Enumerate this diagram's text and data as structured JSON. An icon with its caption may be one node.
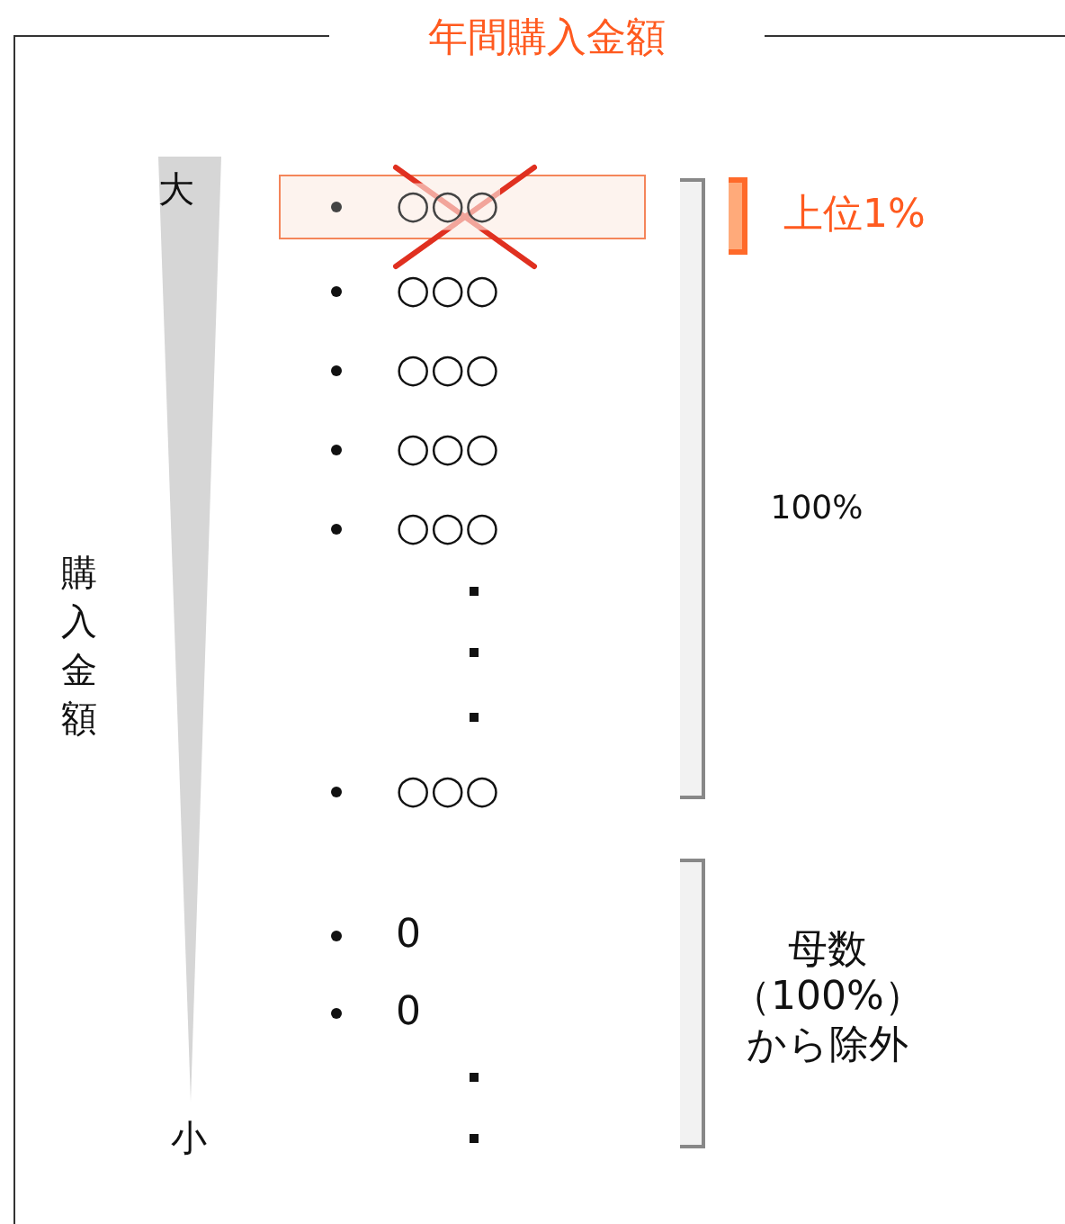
{
  "diagram": {
    "title": "年間購入金額",
    "nodes": [
      {
        "text": [
          "○○○"
        ]
      }
    ],
    "edges": [],
    "labels": [
      "大",
      "購入金額",
      "○○○",
      "○○○",
      "○○○",
      "○○○",
      "○○○",
      "100%",
      "上位1%",
      "0",
      "0",
      "母数（100%）から除外",
      "小"
    ]
  }
}
